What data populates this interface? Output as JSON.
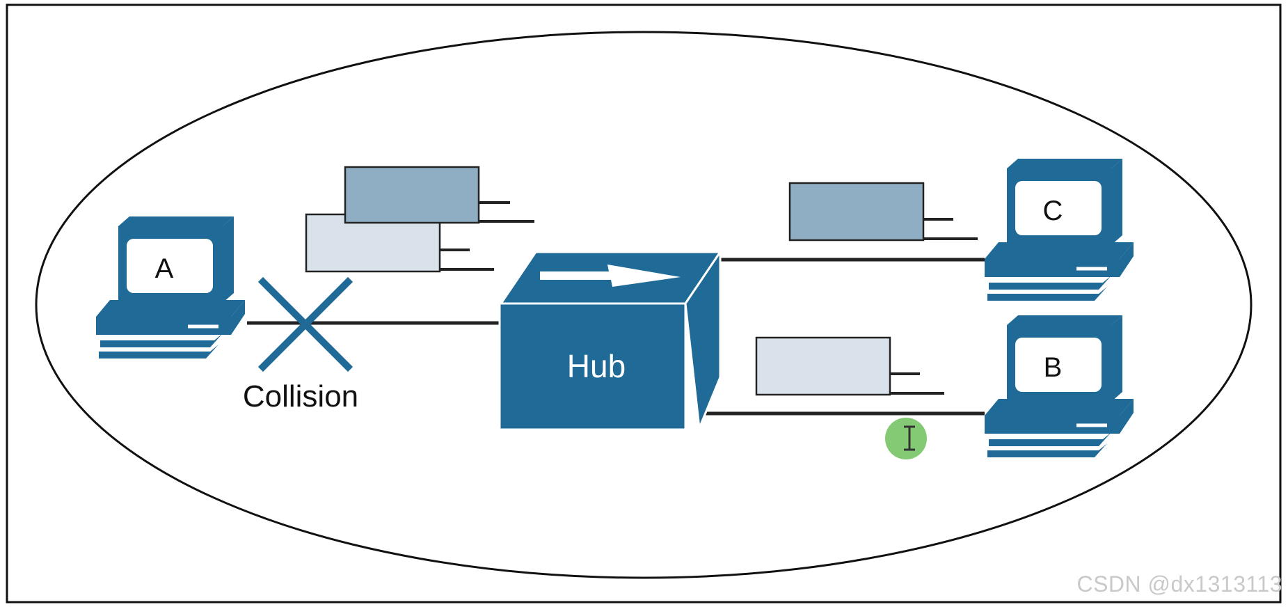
{
  "diagram": {
    "hub_label": "Hub",
    "collision_label": "Collision",
    "pcs": [
      {
        "id": "A",
        "label": "A"
      },
      {
        "id": "C",
        "label": "C"
      },
      {
        "id": "B",
        "label": "B"
      }
    ]
  },
  "watermark": "CSDN @dx1313113",
  "colors": {
    "device_blue": "#1f6a96",
    "frame_dark": "#8faec3",
    "frame_light": "#d9e2eb",
    "cursor_green": "#6fbf5a",
    "watermark": "#c9c9c9"
  }
}
